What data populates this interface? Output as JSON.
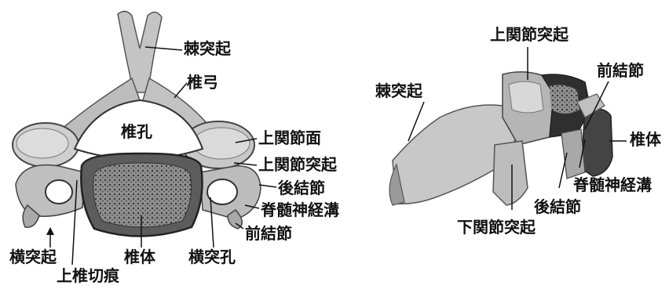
{
  "left_view": {
    "labels": {
      "spinous_process": "棘突起",
      "vertebral_arch": "椎弓",
      "vertebral_foramen": "椎孔",
      "superior_articular_surface": "上関節面",
      "superior_articular_process": "上関節突起",
      "posterior_tubercle": "後結節",
      "spinal_nerve_groove": "脊髄神経溝",
      "anterior_tubercle": "前結節",
      "transverse_process": "横突起",
      "vertebral_body": "椎体",
      "transverse_foramen": "横突孔",
      "superior_vertebral_notch": "上椎切痕"
    }
  },
  "right_view": {
    "labels": {
      "superior_articular_process": "上関節突起",
      "spinous_process": "棘突起",
      "anterior_tubercle": "前結節",
      "vertebral_body": "椎体",
      "spinal_nerve_groove": "脊髄神経溝",
      "posterior_tubercle": "後結節",
      "inferior_articular_process": "下関節突起"
    }
  },
  "colors": {
    "bone": "#c9c9c9",
    "bone_dark": "#7d7d7d",
    "shadow": "#3a3a3a",
    "line": "#111111"
  }
}
